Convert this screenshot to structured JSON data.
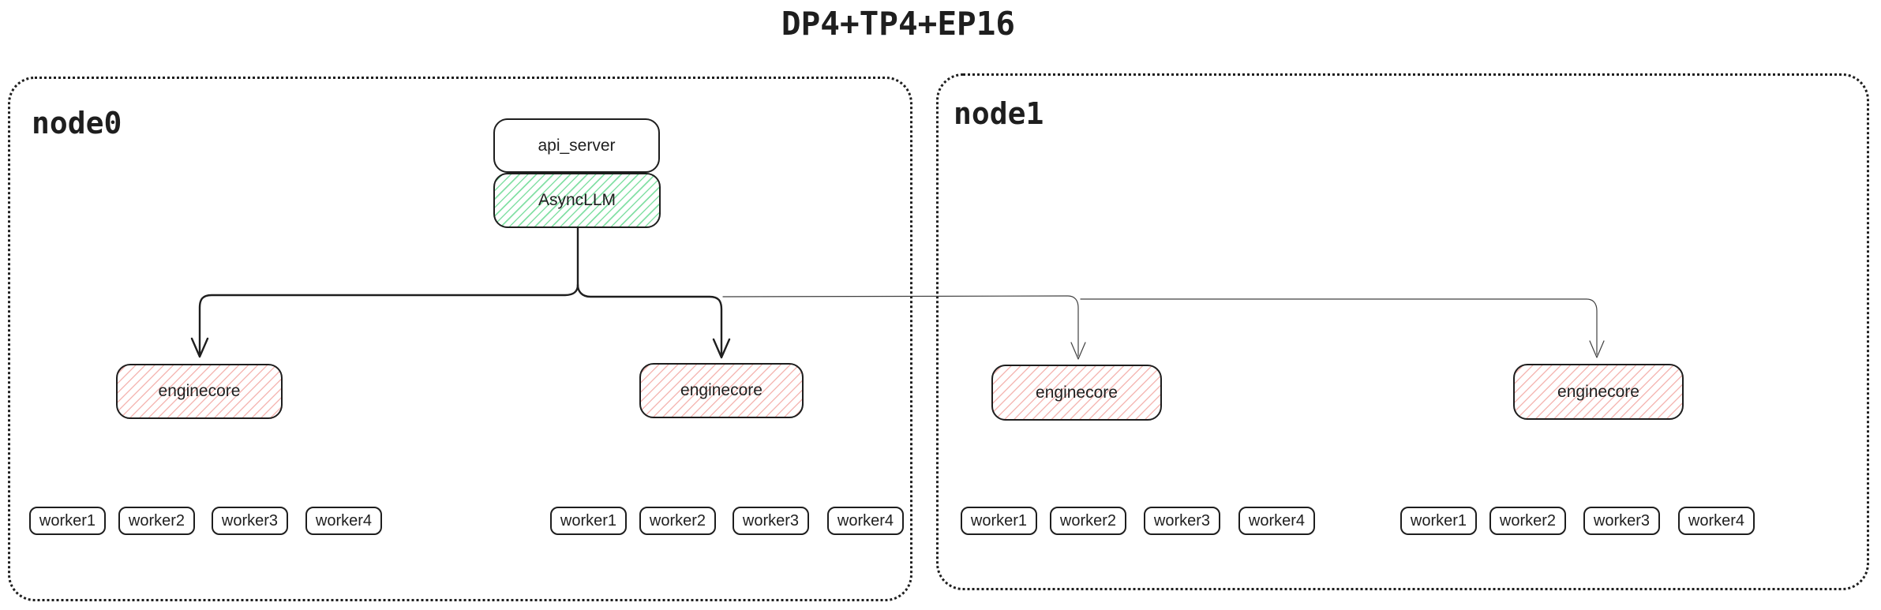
{
  "title": "DP4+TP4+EP16",
  "colors": {
    "ink": "#1e1e1e",
    "thin_line": "#404040",
    "green_hatch": "#84e0a5",
    "red_hatch": "#f5b9b5"
  },
  "nodes": [
    {
      "label": "node0",
      "api_server_label": "api_server",
      "asyncllm_label": "AsyncLLM",
      "enginecores": [
        "enginecore",
        "enginecore"
      ],
      "worker_groups": [
        [
          "worker1",
          "worker2",
          "worker3",
          "worker4"
        ],
        [
          "worker1",
          "worker2",
          "worker3",
          "worker4"
        ]
      ]
    },
    {
      "label": "node1",
      "enginecores": [
        "enginecore",
        "enginecore"
      ],
      "worker_groups": [
        [
          "worker1",
          "worker2",
          "worker3",
          "worker4"
        ],
        [
          "worker1",
          "worker2",
          "worker3",
          "worker4"
        ]
      ]
    }
  ]
}
